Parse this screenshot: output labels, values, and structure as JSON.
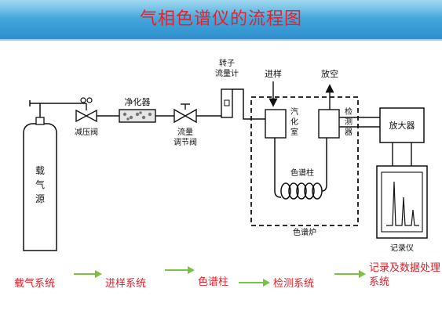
{
  "title": "气相色谱仪的流程图",
  "diagram": {
    "carrier_gas_source": [
      "载",
      "气",
      "源"
    ],
    "pressure_valve": "减压阀",
    "purifier": "净化器",
    "flow_regulator": [
      "流量",
      "调节阀"
    ],
    "rotameter": [
      "转子",
      "流量计"
    ],
    "injection": "进样",
    "vent": "放空",
    "vaporizer": [
      "汽",
      "化",
      "室"
    ],
    "detector": [
      "检",
      "测",
      "器"
    ],
    "column": "色谱柱",
    "oven": "色谱炉",
    "amplifier": "放大器",
    "recorder": "记录仪"
  },
  "flow": {
    "step1": "载气系统",
    "step2": "进样系统",
    "step3": "色谱柱",
    "step4": "检测系统",
    "step5": "记录及数据处理系统"
  },
  "colors": {
    "title": "#e8202a",
    "banner": "#3fa3d8",
    "flow_text": "#e8202a",
    "flow_arrow": "#7cc242"
  }
}
